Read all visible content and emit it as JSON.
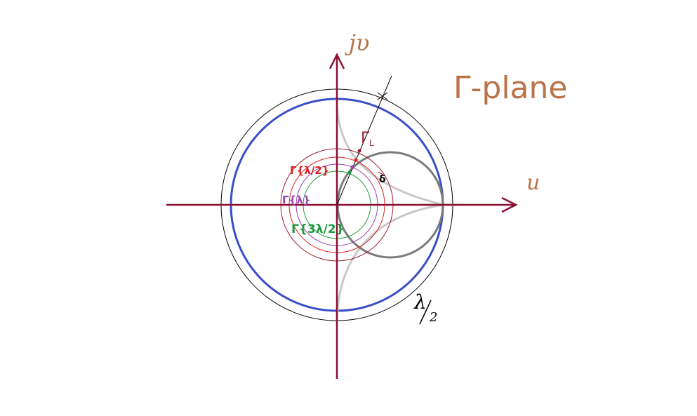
{
  "title": "Γ-plane",
  "axes": {
    "real_label": "u",
    "imag_label": "jυ"
  },
  "labels": {
    "gamma_L": "Γ",
    "gamma_L_sub": "L",
    "delta": "δ",
    "half_wave": "λ",
    "half_wave_den": "2",
    "gamma_lambda_half": "Γ{λ/2}",
    "gamma_lambda": "Γ{λ}",
    "gamma_three_lambda_half": "Γ{3λ/2}"
  },
  "colors": {
    "axis": "#8b1030",
    "title": "#b87349",
    "unit_circle": "#3a4ec8",
    "outer_circle": "#000000",
    "gray_circle": "#7a7a7a",
    "light_gray": "#c8c8c8",
    "red": "#e02020",
    "purple": "#9a3fb0",
    "green": "#1f9a40",
    "dark_red": "#9b1b30"
  }
}
